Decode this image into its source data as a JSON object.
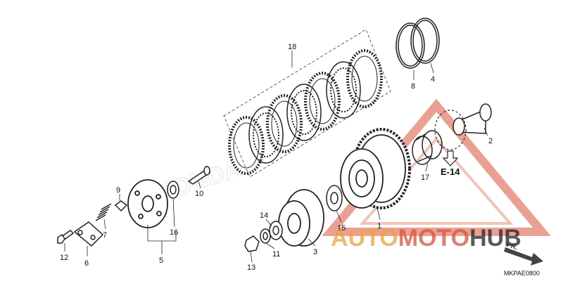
{
  "diagram": {
    "callouts": [
      {
        "id": "1",
        "text": "1"
      },
      {
        "id": "2",
        "text": "2"
      },
      {
        "id": "3",
        "text": "3"
      },
      {
        "id": "4",
        "text": "4"
      },
      {
        "id": "5",
        "text": "5"
      },
      {
        "id": "6",
        "text": "6"
      },
      {
        "id": "7",
        "text": "7"
      },
      {
        "id": "8",
        "text": "8"
      },
      {
        "id": "9",
        "text": "9"
      },
      {
        "id": "10",
        "text": "10"
      },
      {
        "id": "11",
        "text": "11"
      },
      {
        "id": "12",
        "text": "12"
      },
      {
        "id": "13",
        "text": "13"
      },
      {
        "id": "14",
        "text": "14"
      },
      {
        "id": "15",
        "text": "15"
      },
      {
        "id": "16",
        "text": "16"
      },
      {
        "id": "17",
        "text": "17"
      },
      {
        "id": "18",
        "text": "18"
      }
    ],
    "reference_label": "E-14",
    "direction_label": "FR.",
    "diagram_code": "MKPAE0800"
  },
  "watermark": {
    "text_auto": "AUTO",
    "text_moto": "MOTO",
    "text_hub": "HUB",
    "brand_faint": "HONDA",
    "colors": {
      "red": "#d9533b",
      "orange": "#f0a23a",
      "dark": "#222222"
    }
  }
}
